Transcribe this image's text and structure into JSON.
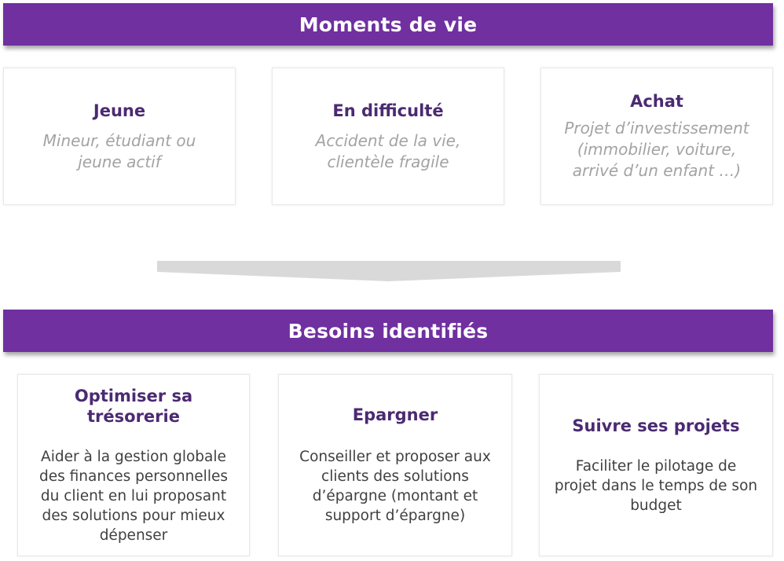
{
  "top_banner": {
    "title": "Moments de vie"
  },
  "life_moments": [
    {
      "title": "Jeune",
      "lines": [
        "Mineur, étudiant ou",
        "jeune actif"
      ]
    },
    {
      "title": "En difficulté",
      "lines": [
        "Accident de la vie,",
        "clientèle fragile"
      ]
    },
    {
      "title": "Achat",
      "lines": [
        "Projet d’investissement",
        "(immobilier,  voiture,",
        "arrivé  d’un enfant …)"
      ]
    }
  ],
  "bottom_banner": {
    "title": "Besoins identifiés"
  },
  "needs": [
    {
      "title_lines": [
        "Optimiser sa",
        "trésorerie"
      ],
      "lines": [
        "Aider à la gestion globale",
        "des finances personnelles",
        "du client en lui proposant",
        "des solutions pour mieux",
        "dépenser"
      ]
    },
    {
      "title_lines": [
        "Epargner"
      ],
      "lines": [
        "Conseiller et proposer aux",
        "clients des solutions",
        "d’épargne (montant et",
        "support d’épargne)"
      ]
    },
    {
      "title_lines": [
        "Suivre ses projets"
      ],
      "lines": [
        "Faciliter le pilotage de",
        "projet dans le temps de son",
        "budget"
      ]
    }
  ],
  "colors": {
    "banner": "#7030a0",
    "title_text": "#4b2a72",
    "italic_text": "#a3a3a3",
    "body_text": "#404040",
    "arrow": "#d9d9d9"
  }
}
